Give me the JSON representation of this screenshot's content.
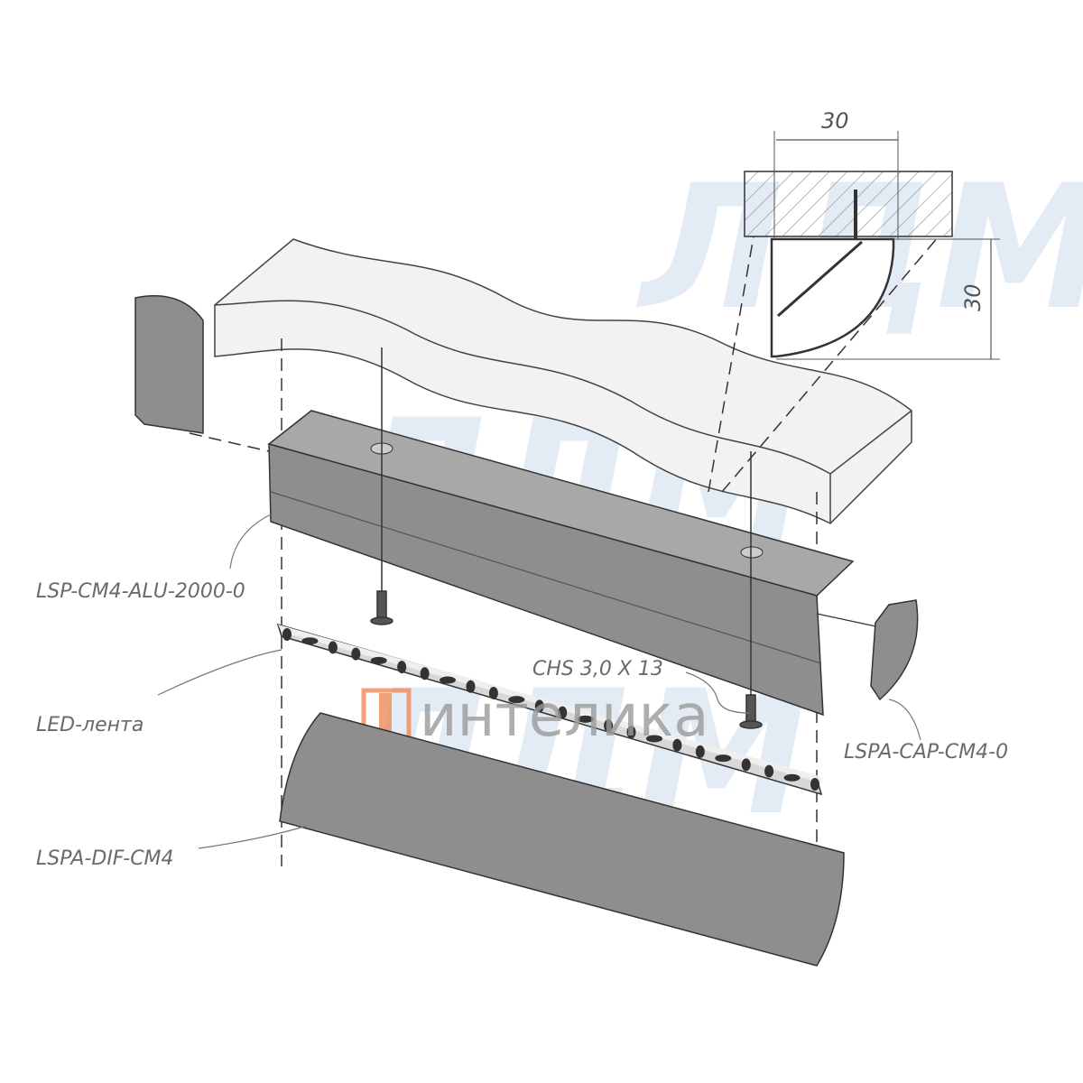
{
  "watermark": {
    "text": "ЛДМ"
  },
  "logo": {
    "text": "интелика",
    "color": "#f08a5a"
  },
  "dimensions": {
    "width": "30",
    "height": "30"
  },
  "labels": {
    "profile": "LSP-CM4-ALU-2000-0",
    "screw": "CHS 3,0 X 13",
    "led": "LED-лента",
    "cap": "LSPA-CAP-CM4-0",
    "diffuser": "LSPA-DIF-CM4"
  },
  "colors": {
    "part": "#8e8e8e",
    "outline": "#333333",
    "board": "#f2f2f2"
  }
}
